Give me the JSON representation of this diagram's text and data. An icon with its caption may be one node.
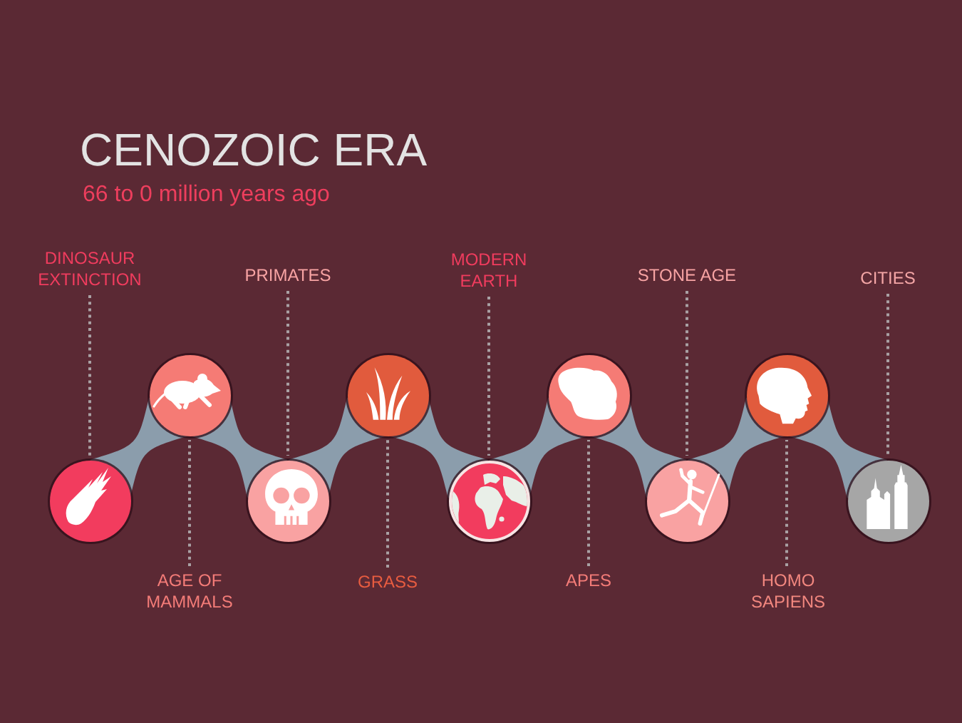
{
  "diagram": {
    "title": "CENOZOIC ERA",
    "nodes": [
      {
        "text": [
          "DINOSAUR EXTINCTION"
        ]
      },
      {
        "text": [],
        "shape": "circle"
      },
      {
        "text": [],
        "shape": "circle"
      },
      {
        "text": [
          "AGE OF MAMMALS"
        ]
      },
      {
        "text": [
          "PRIMATES"
        ]
      },
      {
        "text": [],
        "shape": "circle"
      },
      {
        "text": [],
        "shape": "circle"
      },
      {
        "text": [
          "GRASS"
        ]
      },
      {
        "text": [
          "MODERN EARTH"
        ]
      },
      {
        "text": [],
        "shape": "circle"
      },
      {
        "text": [],
        "shape": "circle"
      },
      {
        "text": [
          "APES"
        ]
      },
      {
        "text": [
          "STONE AGE"
        ]
      },
      {
        "text": [],
        "shape": "circle"
      },
      {
        "text": [],
        "shape": "circle"
      },
      {
        "text": [
          "HOMO SAPIENS"
        ]
      },
      {
        "text": [
          "CITIES"
        ]
      },
      {
        "text": [],
        "shape": "circle"
      }
    ],
    "edges": [
      {
        "from": 1,
        "to": 2,
        "arrow": "none",
        "style": "thick",
        "color": "#8b9dac"
      },
      {
        "from": 2,
        "to": 5,
        "arrow": "none",
        "style": "thick",
        "color": "#8b9dac"
      },
      {
        "from": 5,
        "to": 6,
        "arrow": "none",
        "style": "thick",
        "color": "#8b9dac"
      },
      {
        "from": 6,
        "to": 9,
        "arrow": "none",
        "style": "thick",
        "color": "#8b9dac"
      },
      {
        "from": 9,
        "to": 10,
        "arrow": "none",
        "style": "thick",
        "color": "#8b9dac"
      },
      {
        "from": 10,
        "to": 13,
        "arrow": "none",
        "style": "thick",
        "color": "#8b9dac"
      },
      {
        "from": 13,
        "to": 14,
        "arrow": "none",
        "style": "thick",
        "color": "#8b9dac"
      },
      {
        "from": 14,
        "to": 17,
        "arrow": "none",
        "style": "thick",
        "color": "#8b9dac"
      },
      {
        "from": 0,
        "to": 1,
        "arrow": "none",
        "style": "dashed"
      },
      {
        "from": 3,
        "to": 2,
        "arrow": "none",
        "style": "dashed"
      },
      {
        "from": 4,
        "to": 5,
        "arrow": "none",
        "style": "dashed"
      },
      {
        "from": 7,
        "to": 6,
        "arrow": "none",
        "style": "dashed"
      },
      {
        "from": 8,
        "to": 9,
        "arrow": "none",
        "style": "dashed"
      },
      {
        "from": 11,
        "to": 10,
        "arrow": "none",
        "style": "dashed"
      },
      {
        "from": 12,
        "to": 13,
        "arrow": "none",
        "style": "dashed"
      },
      {
        "from": 15,
        "to": 14,
        "arrow": "none",
        "style": "dashed"
      },
      {
        "from": 16,
        "to": 17,
        "arrow": "none",
        "style": "dashed"
      }
    ],
    "labels": [
      "66 to 0 million years ago"
    ]
  }
}
